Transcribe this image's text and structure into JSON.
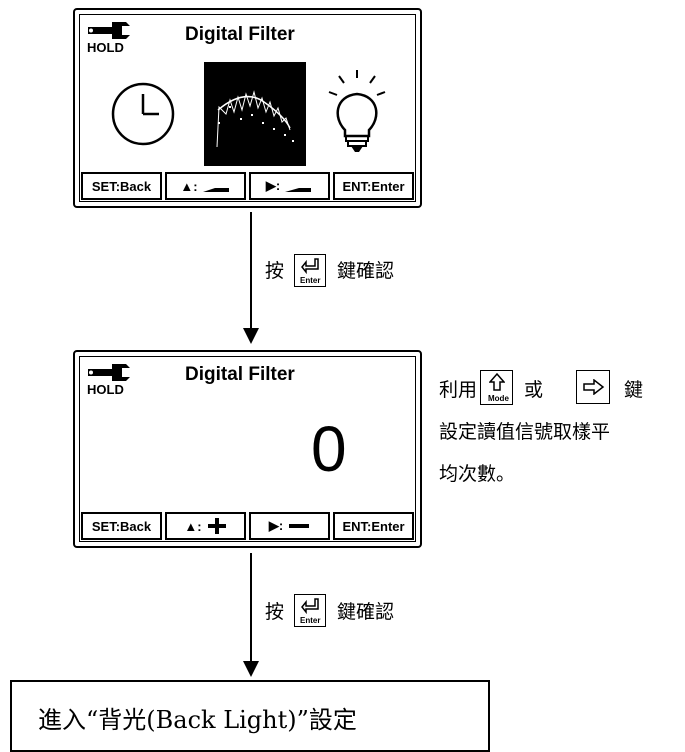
{
  "screen1": {
    "hold_label": "HOLD",
    "title": "Digital Filter",
    "softkeys": {
      "back": "SET:Back",
      "up": "▲:",
      "right": "▶:",
      "enter": "ENT:Enter"
    }
  },
  "step1": {
    "prefix": "按",
    "key_label": "Enter",
    "suffix": "鍵確認"
  },
  "screen2": {
    "hold_label": "HOLD",
    "title": "Digital Filter",
    "value": "0",
    "softkeys": {
      "back": "SET:Back",
      "up": "▲:",
      "right": "▶:",
      "enter": "ENT:Enter"
    }
  },
  "side_note": {
    "line1_prefix": "利用",
    "mode_key_label": "Mode",
    "line1_mid": "或",
    "line1_suffix": "鍵",
    "line2": "設定讀值信號取樣平",
    "line3": "均次數。"
  },
  "step2": {
    "prefix": "按",
    "key_label": "Enter",
    "suffix": "鍵確認"
  },
  "final_box": {
    "text": "進入“背光(Back Light)”設定"
  }
}
